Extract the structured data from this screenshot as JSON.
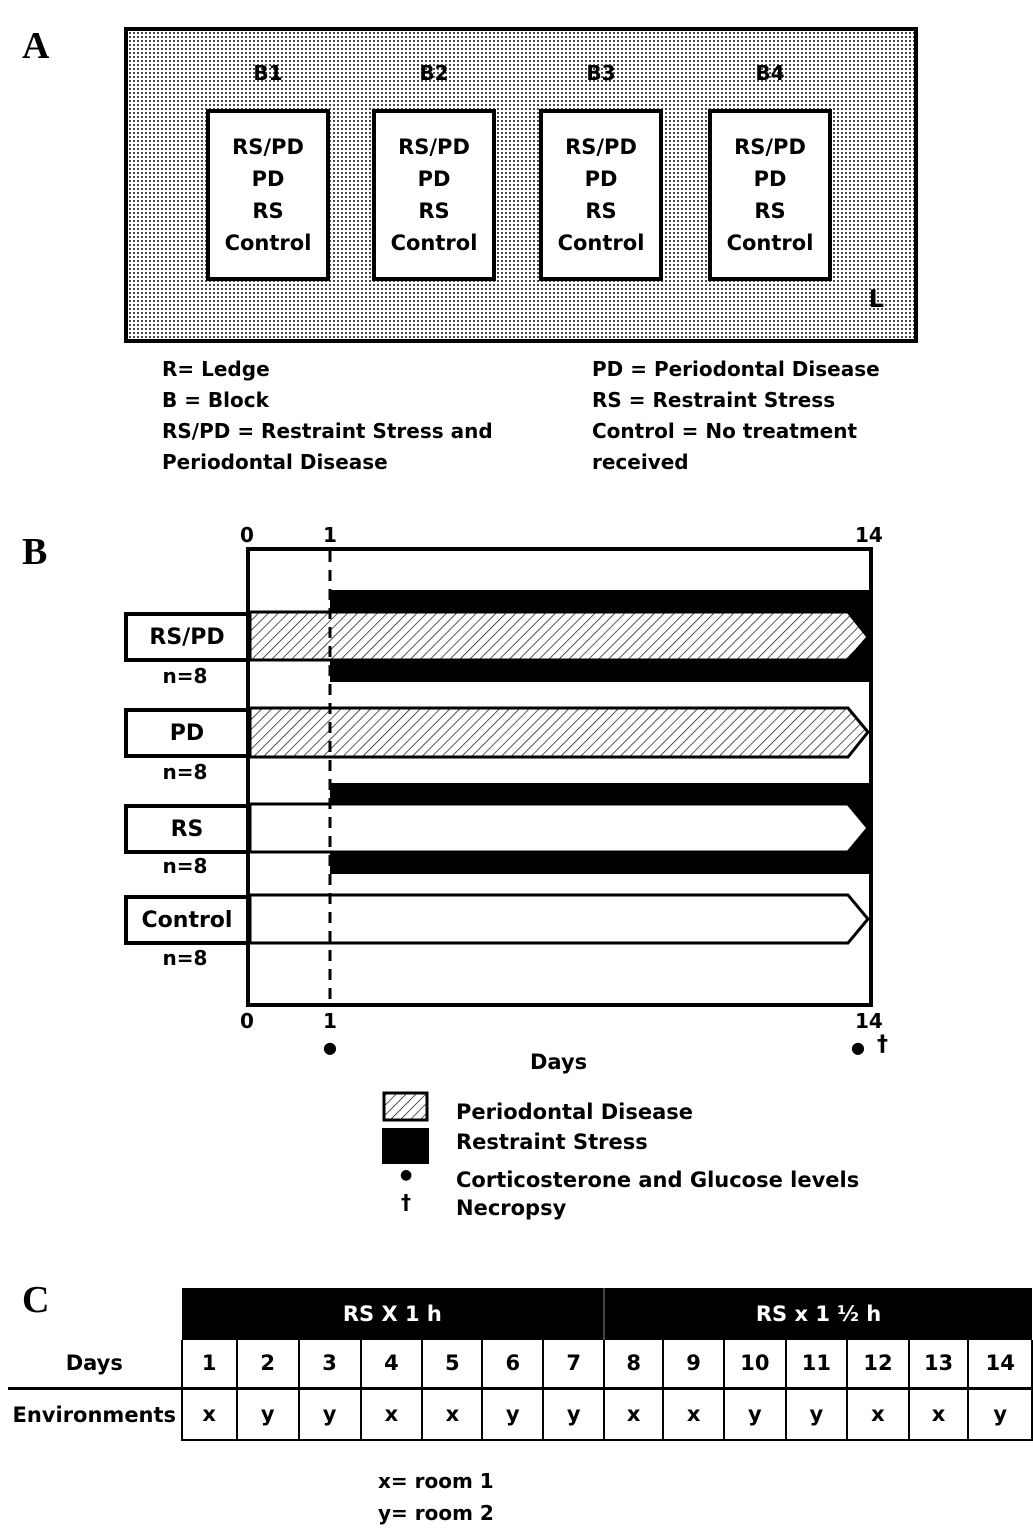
{
  "panel_a": {
    "letter": "A",
    "corner_label": "L",
    "blocks": [
      {
        "label": "B1",
        "groups": [
          "RS/PD",
          "PD",
          "RS",
          "Control"
        ]
      },
      {
        "label": "B2",
        "groups": [
          "RS/PD",
          "PD",
          "RS",
          "Control"
        ]
      },
      {
        "label": "B3",
        "groups": [
          "RS/PD",
          "PD",
          "RS",
          "Control"
        ]
      },
      {
        "label": "B4",
        "groups": [
          "RS/PD",
          "PD",
          "RS",
          "Control"
        ]
      }
    ],
    "legend_left": [
      "R= Ledge",
      "B = Block",
      "RS/PD = Restraint Stress and",
      "Periodontal Disease"
    ],
    "legend_right": [
      "PD = Periodontal Disease",
      "RS = Restraint Stress",
      "Control = No treatment",
      "received"
    ]
  },
  "panel_b": {
    "letter": "B",
    "top_ticks": [
      "0",
      "1",
      "14"
    ],
    "bottom_ticks": [
      "0",
      "1",
      "14"
    ],
    "xlabel": "Days",
    "dot_symbol": "●",
    "dagger_symbol": "†",
    "groups": [
      {
        "label": "RS/PD",
        "n": "n=8"
      },
      {
        "label": "PD",
        "n": "n=8"
      },
      {
        "label": "RS",
        "n": "n=8"
      },
      {
        "label": "Control",
        "n": "n=8"
      }
    ],
    "legend": {
      "pd": "Periodontal Disease",
      "rs": "Restraint Stress",
      "cort": "Corticosterone and Glucose levels",
      "necropsy": "Necropsy"
    }
  },
  "panel_c": {
    "letter": "C",
    "header_1": "RS X 1 h",
    "header_2": "RS x 1 ½ h",
    "row_days_label": "Days",
    "row_env_label": "Environments",
    "days": [
      "1",
      "2",
      "3",
      "4",
      "5",
      "6",
      "7",
      "8",
      "9",
      "10",
      "11",
      "12",
      "13",
      "14"
    ],
    "environments": [
      "x",
      "y",
      "y",
      "x",
      "x",
      "y",
      "y",
      "x",
      "x",
      "y",
      "y",
      "x",
      "x",
      "y"
    ],
    "key": [
      "x= room 1",
      "y= room 2"
    ]
  }
}
